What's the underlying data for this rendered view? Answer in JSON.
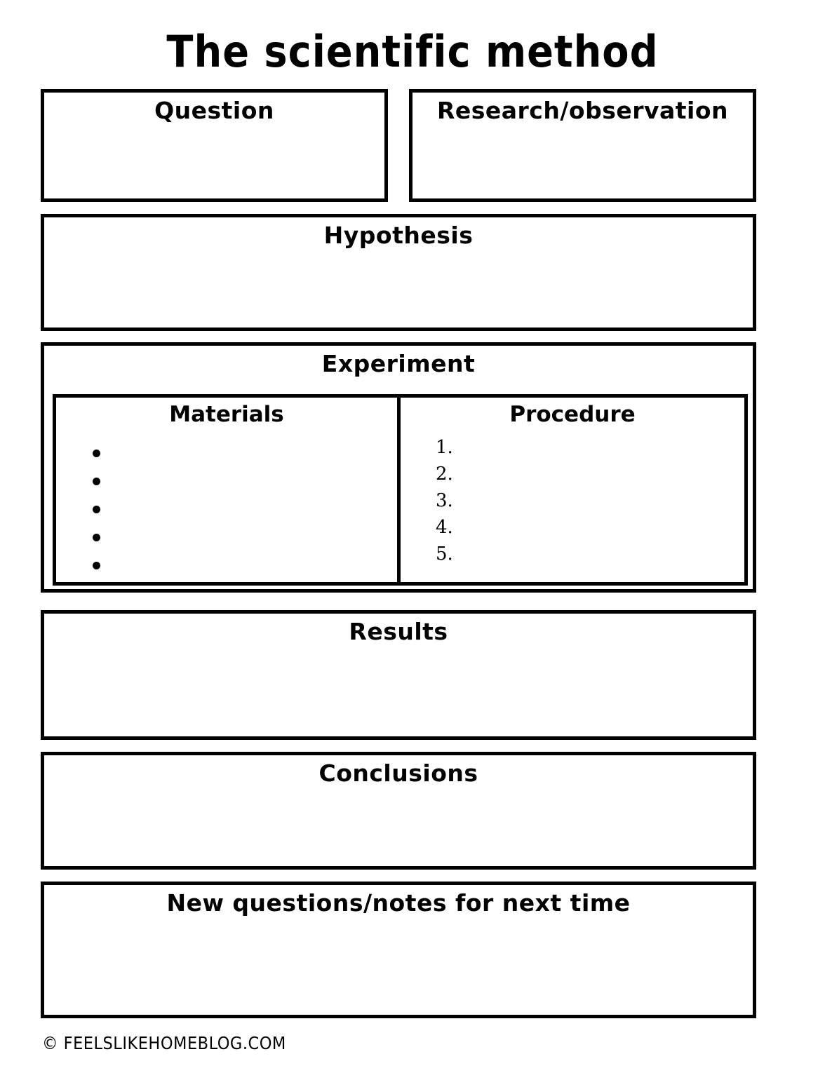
{
  "document": {
    "title": "The Scientific Method",
    "footer_credit": "© FEELSLIKEHOMEBLOG.COM",
    "ink_color": "#000000",
    "paper_color": "#ffffff"
  },
  "sections": {
    "question": {
      "header": "Question",
      "value": ""
    },
    "research": {
      "header": "Research/Observation",
      "value": ""
    },
    "hypothesis": {
      "header": "Hypothesis",
      "value": ""
    },
    "experiment": {
      "header": "Experiment",
      "materials": {
        "header": "Materials",
        "items": [
          "",
          "",
          "",
          "",
          ""
        ]
      },
      "procedure": {
        "header": "Procedure",
        "items": [
          {
            "number": "1.",
            "value": ""
          },
          {
            "number": "2.",
            "value": ""
          },
          {
            "number": "3.",
            "value": ""
          },
          {
            "number": "4.",
            "value": ""
          },
          {
            "number": "5.",
            "value": ""
          }
        ]
      }
    },
    "results": {
      "header": "Results",
      "value": ""
    },
    "conclusions": {
      "header": "Conclusions",
      "value": ""
    },
    "new_questions": {
      "header": "New Questions/Notes for Next Time",
      "value": ""
    }
  }
}
